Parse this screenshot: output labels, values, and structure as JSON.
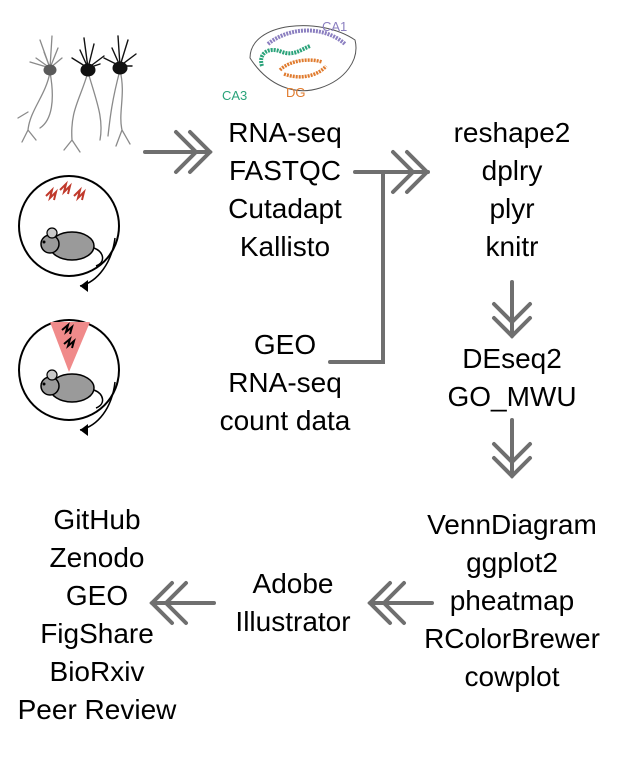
{
  "hippocampus_labels": {
    "ca1": "CA1",
    "ca3": "CA3",
    "dg": "DG"
  },
  "col1_tools": [
    "RNA-seq",
    "FASTQC",
    "Cutadapt",
    "Kallisto"
  ],
  "geo_block": [
    "GEO",
    "RNA-seq",
    "count data"
  ],
  "r_packages": [
    "reshape2",
    "dplry",
    "plyr",
    "knitr"
  ],
  "stats_tools": [
    "DEseq2",
    "GO_MWU"
  ],
  "plot_packages": [
    "VennDiagram",
    "ggplot2",
    "pheatmap",
    "RColorBrewer",
    "cowplot"
  ],
  "illustration_tools": [
    "Adobe",
    "Illustrator"
  ],
  "sharing_platforms": [
    "GitHub",
    "Zenodo",
    "GEO",
    "FigShare",
    "BioRxiv",
    "Peer Review"
  ],
  "colors": {
    "ca1": "#8b7fc0",
    "ca3": "#2aa37a",
    "dg": "#e07b2e",
    "arrow": "#6f6f6f",
    "shock_cone": "#f08a8a",
    "mouse": "#9a9a9a"
  },
  "icons": [
    "neuron-cluster-icon",
    "hippocampus-icon",
    "mouse-shock-icon",
    "mouse-avoidance-icon"
  ]
}
